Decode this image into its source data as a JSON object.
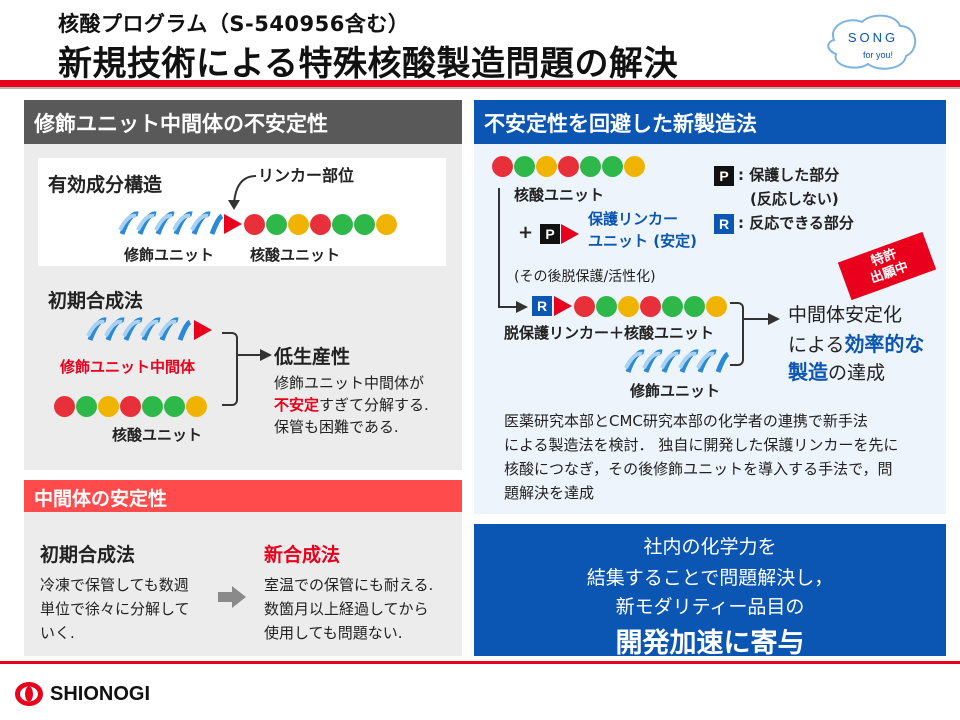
{
  "header": {
    "subtitle": "核酸プログラム（S-540956含む）",
    "title": "新規技術による特殊核酸製造問題の解決",
    "logo_song": "SONG",
    "logo_foryou": "for you!"
  },
  "left_top": {
    "header": "修飾ユニット中間体の不安定性",
    "active_structure": "有効成分構造",
    "linker_label": "リンカー部位",
    "mod_unit": "修飾ユニット",
    "nuc_unit": "核酸ユニット",
    "initial_method": "初期合成法",
    "intermediate_label": "修飾ユニット中間体",
    "nuc_unit_2": "核酸ユニット",
    "low_yield": "低生産性",
    "desc_1": "修飾ユニット中間体が",
    "desc_2a": "不安定",
    "desc_2b": "すぎて分解する.",
    "desc_3": "保管も困難である."
  },
  "left_bottom": {
    "header": "中間体の安定性",
    "old_title": "初期合成法",
    "old_1": "冷凍で保管しても数週",
    "old_2": "単位で徐々に分解して",
    "old_3": "いく.",
    "new_title": "新合成法",
    "new_1": "室温での保管にも耐える.",
    "new_2": "数箇月以上経過してから",
    "new_3": "使用しても問題ない."
  },
  "right_top": {
    "header": "不安定性を回避した新製造法",
    "nuc_unit": "核酸ユニット",
    "plus": "+",
    "protected_linker_1": "保護リンカー",
    "protected_linker_2": "ユニット (安定)",
    "later": "(その後脱保護/活性化)",
    "legend_p_1": ": 保護した部分",
    "legend_p_2": "(反応しない)",
    "legend_r": ": 反応できる部分",
    "p": "P",
    "r": "R",
    "deprotected": "脱保護リンカー＋核酸ユニット",
    "mod_unit": "修飾ユニット",
    "result_1": "中間体安定化",
    "result_2a": "による",
    "result_2b": "効率的な",
    "result_3a": "製造",
    "result_3b": "の達成",
    "patent_1": "特許",
    "patent_2": "出願中",
    "body_1": "医薬研究本部とCMC研究本部の化学者の連携で新手法",
    "body_2": "による製造法を検討． 独自に開発した保護リンカーを先に",
    "body_3": "核酸につなぎ，その後修飾ユニットを導入する手法で，問",
    "body_4": "題解決を達成"
  },
  "right_bottom": {
    "line_1": "社内の化学力を",
    "line_2": "結集することで問題解決し，",
    "line_3": "新モダリティー品目の",
    "line_4": "開発加速に寄与"
  },
  "footer": {
    "company": "SHIONOGI"
  },
  "colors": {
    "brand_red": "#e8001c",
    "brand_blue": "#0b55b3",
    "bead_sequence": [
      "#e8303a",
      "#2eb84a",
      "#f0b400",
      "#e8303a",
      "#2eb84a",
      "#2eb84a",
      "#f0b400",
      "#e8303a",
      "#2eb84a"
    ]
  }
}
